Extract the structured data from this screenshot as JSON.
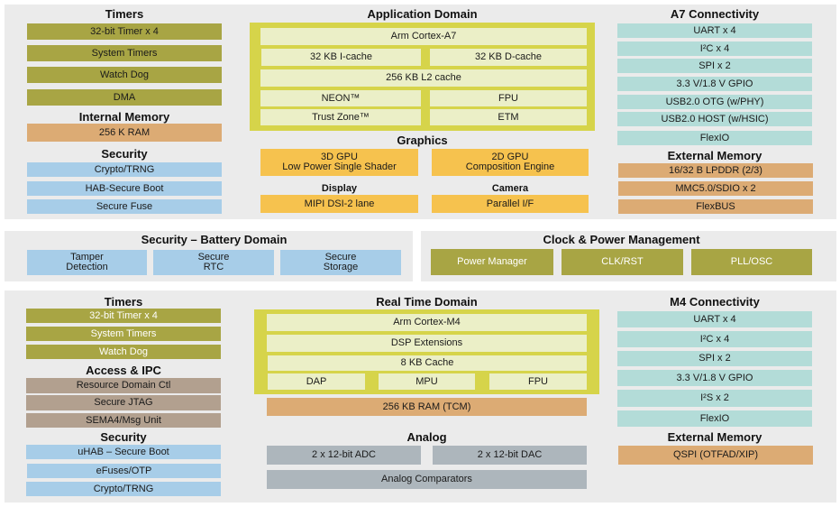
{
  "top": {
    "timers": {
      "title": "Timers",
      "items": [
        "32-bit Timer x 4",
        "System Timers",
        "Watch Dog",
        "DMA"
      ]
    },
    "internal_memory": {
      "title": "Internal Memory",
      "items": [
        "256 K RAM"
      ]
    },
    "security": {
      "title": "Security",
      "items": [
        "Crypto/TRNG",
        "HAB-Secure Boot",
        "Secure Fuse"
      ]
    },
    "app_domain": {
      "title": "Application Domain",
      "core": "Arm Cortex-A7",
      "icache": "32 KB I-cache",
      "dcache": "32 KB D-cache",
      "l2": "256 KB L2 cache",
      "neon": "NEON™",
      "fpu": "FPU",
      "trustzone": "Trust Zone™",
      "etm": "ETM"
    },
    "graphics": {
      "title": "Graphics",
      "gpu3d": "3D GPU\nLow Power Single Shader",
      "gpu2d": "2D GPU\nComposition Engine",
      "display_label": "Display",
      "display": "MIPI DSI-2 lane",
      "camera_label": "Camera",
      "camera": "Parallel I/F"
    },
    "a7_connectivity": {
      "title": "A7 Connectivity",
      "items": [
        "UART x 4",
        "I²C x 4",
        "SPI x 2",
        "3.3 V/1.8 V GPIO",
        "USB2.0 OTG (w/PHY)",
        "USB2.0 HOST (w/HSIC)",
        "FlexIO"
      ]
    },
    "external_memory": {
      "title": "External Memory",
      "items": [
        "16/32 B LPDDR (2/3)",
        "MMC5.0/SDIO x 2",
        "FlexBUS"
      ]
    }
  },
  "middle": {
    "battery": {
      "title": "Security – Battery Domain",
      "items": [
        "Tamper\nDetection",
        "Secure\nRTC",
        "Secure\nStorage"
      ]
    },
    "clock": {
      "title": "Clock & Power Management",
      "items": [
        "Power Manager",
        "CLK/RST",
        "PLL/OSC"
      ]
    }
  },
  "bottom": {
    "timers": {
      "title": "Timers",
      "items": [
        "32-bit Timer x 4",
        "System Timers",
        "Watch Dog"
      ]
    },
    "access": {
      "title": "Access & IPC",
      "items": [
        "Resource Domain Ctl",
        "Secure JTAG",
        "SEMA4/Msg Unit"
      ]
    },
    "security": {
      "title": "Security",
      "items": [
        "uHAB – Secure Boot",
        "eFuses/OTP",
        "Crypto/TRNG"
      ]
    },
    "rt_domain": {
      "title": "Real Time Domain",
      "core": "Arm Cortex-M4",
      "dsp": "DSP Extensions",
      "cache": "8 KB Cache",
      "dap": "DAP",
      "mpu": "MPU",
      "fpu": "FPU",
      "ram": "256 KB RAM (TCM)"
    },
    "analog": {
      "title": "Analog",
      "adc": "2 x 12-bit ADC",
      "dac": "2 x 12-bit DAC",
      "comparators": "Analog Comparators"
    },
    "m4_connectivity": {
      "title": "M4 Connectivity",
      "items": [
        "UART x 4",
        "I²C x 4",
        "SPI x 2",
        "3.3 V/1.8 V GPIO",
        "I²S x 2",
        "FlexIO"
      ]
    },
    "external_memory": {
      "title": "External Memory",
      "items": [
        "QSPI (OTFAD/XIP)"
      ]
    }
  },
  "colors": {
    "panel": "#ebebeb",
    "olive": "#a8a544",
    "tan": "#dcab74",
    "blue": "#a7cde8",
    "teal": "#b3dcd8",
    "yellow": "#d6d44a",
    "orange": "#f6c24e",
    "brown": "#b2a08f",
    "gray": "#adb6bc"
  }
}
